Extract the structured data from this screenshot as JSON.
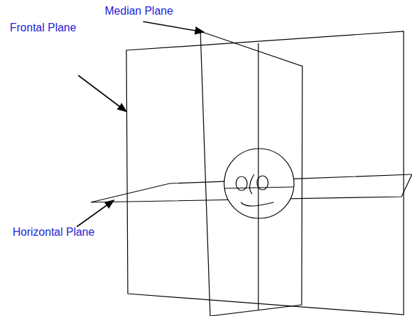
{
  "diagram": {
    "labels": [
      "Median Plane",
      "Frontal Plane",
      "Horizontal Plane"
    ]
  }
}
